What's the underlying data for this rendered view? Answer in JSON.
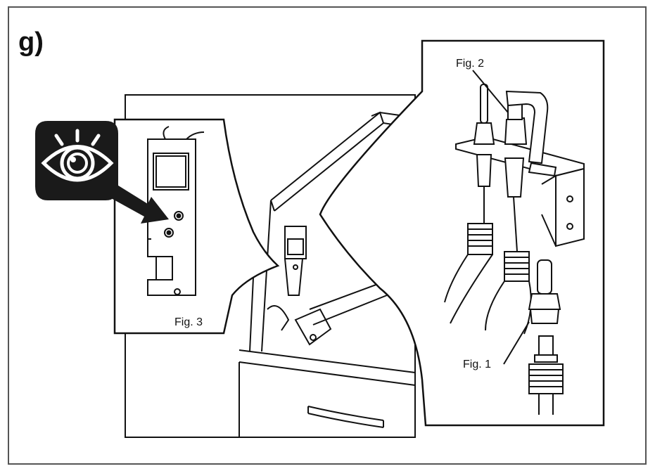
{
  "step_label": "g)",
  "figures": {
    "fig1_label": "Fig. 1",
    "fig2_label": "Fig. 2",
    "fig3_label": "Fig. 3"
  },
  "icons": {
    "eye": "eye-icon",
    "arrow": "arrow-icon"
  },
  "colors": {
    "line": "#111111",
    "paper": "#ffffff",
    "icon_bg": "#1a1a1a"
  }
}
